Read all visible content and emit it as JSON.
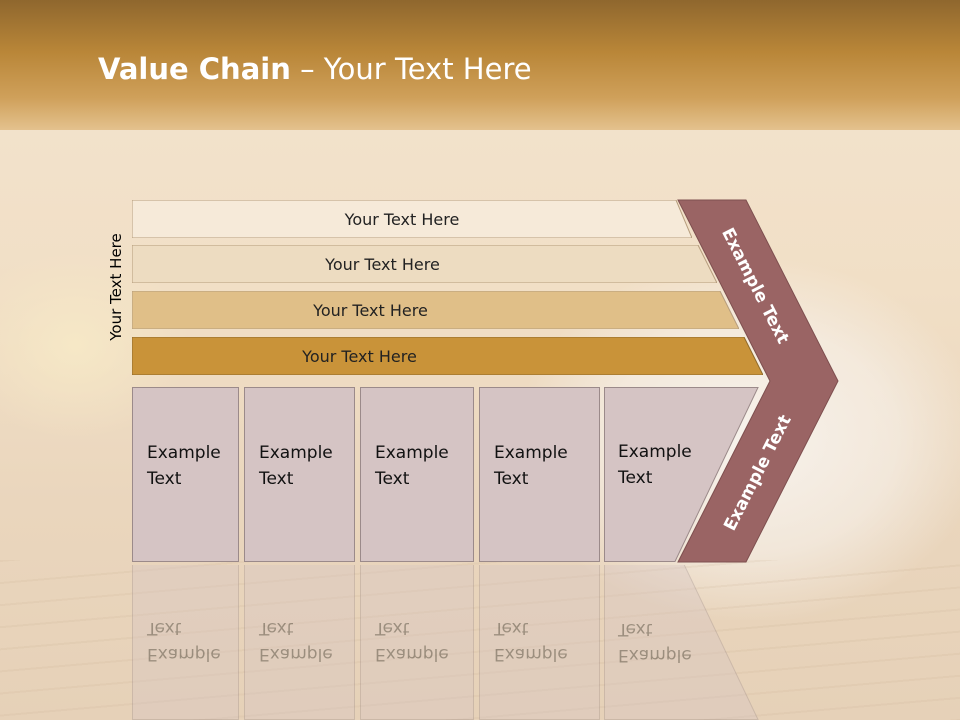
{
  "title": {
    "bold": "Value Chain",
    "rest": " – Your Text Here"
  },
  "side_label": "Your Text Here",
  "bars": [
    {
      "label": "Your Text Here",
      "fill": "#f6ead9"
    },
    {
      "label": "Your Text Here",
      "fill": "#eddcc1"
    },
    {
      "label": "Your Text Here",
      "fill": "#e0bf88"
    },
    {
      "label": "Your Text Here",
      "fill": "#c99339"
    }
  ],
  "boxes": [
    {
      "line1": "Example",
      "line2": "Text"
    },
    {
      "line1": "Example",
      "line2": "Text"
    },
    {
      "line1": "Example",
      "line2": "Text"
    },
    {
      "line1": "Example",
      "line2": "Text"
    },
    {
      "line1": "Example",
      "line2": "Text"
    }
  ],
  "chevron": {
    "upper_text": "Example Text",
    "lower_text": "Example Text",
    "fill": "#9a6464"
  },
  "colors": {
    "header": "#b98638",
    "box_fill": "#d5c4c4"
  }
}
